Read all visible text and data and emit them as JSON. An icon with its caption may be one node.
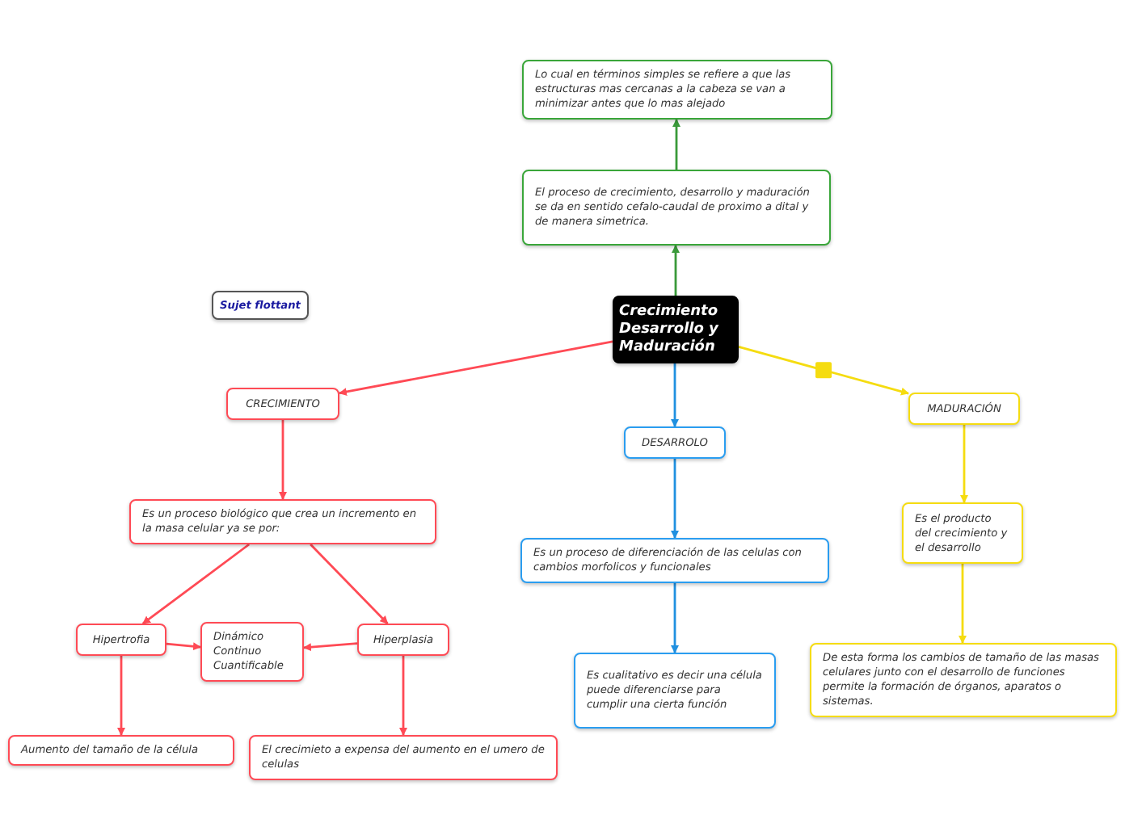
{
  "diagram": {
    "nodes": [
      {
        "text": [
          "Lo cual en términos simples se refiere a que las estructuras mas cercanas a la cabeza se van a minimizar antes que lo mas alejado"
        ]
      },
      {
        "text": [
          "El proceso de crecimiento, desarrollo y maduración se da en sentido cefalo-caudal de proximo a dital y de manera simetrica."
        ]
      },
      {
        "text": [
          "Crecimiento Desarrollo y Maduración"
        ]
      },
      {
        "text": [
          "Sujet flottant"
        ]
      },
      {
        "text": [
          "CRECIMIENTO"
        ]
      },
      {
        "text": [
          "DESARROLO"
        ]
      },
      {
        "text": [
          "MADURACIÓN"
        ]
      },
      {
        "text": [
          "Es un proceso biológico que crea un incremento en la masa celular ya se por:"
        ]
      },
      {
        "text": [
          "Es un proceso de diferenciación de las celulas con cambios morfolicos y funcionales"
        ]
      },
      {
        "text": [
          "Es el producto del crecimiento y el desarrollo"
        ]
      },
      {
        "text": [
          "Hipertrofia"
        ]
      },
      {
        "text": [
          "Dinámico Continuo Cuantificable"
        ]
      },
      {
        "text": [
          "Hiperplasia"
        ]
      },
      {
        "text": [
          "Es cualitativo es decir una célula puede diferenciarse para cumplir una cierta función"
        ]
      },
      {
        "text": [
          "De esta forma los cambios de tamaño de las masas celulares junto con el desarrollo de funciones permite la formación de órganos, aparatos o sistemas."
        ]
      },
      {
        "text": [
          "Aumento del tamaño de la célula"
        ]
      },
      {
        "text": [
          "El crecimieto a expensa del aumento en el umero de celulas"
        ]
      }
    ],
    "edges": [
      {
        "from": 2,
        "to": 1,
        "arrow": "to",
        "color": "#3a9a3a"
      },
      {
        "from": 1,
        "to": 0,
        "arrow": "to",
        "color": "#3a9a3a"
      },
      {
        "from": 2,
        "to": 4,
        "arrow": "to"
      },
      {
        "from": 2,
        "to": 5,
        "arrow": "to",
        "color": "#2090e0"
      },
      {
        "from": 2,
        "to": 6,
        "arrow": "to",
        "color": "#f5dc10"
      },
      {
        "from": 4,
        "to": 7,
        "arrow": "to"
      },
      {
        "from": 7,
        "to": 10,
        "arrow": "to"
      },
      {
        "from": 7,
        "to": 12,
        "arrow": "to"
      },
      {
        "from": 10,
        "to": 11,
        "arrow": "to"
      },
      {
        "from": 12,
        "to": 11,
        "arrow": "to"
      },
      {
        "from": 10,
        "to": 15,
        "arrow": "to"
      },
      {
        "from": 12,
        "to": 16,
        "arrow": "to"
      },
      {
        "from": 5,
        "to": 8,
        "arrow": "to",
        "color": "#2090e0"
      },
      {
        "from": 8,
        "to": 13,
        "arrow": "to",
        "color": "#2090e0"
      },
      {
        "from": 6,
        "to": 9,
        "arrow": "to",
        "color": "#f5dc10"
      },
      {
        "from": 9,
        "to": 14,
        "arrow": "to",
        "color": "#f5dc10"
      }
    ]
  }
}
